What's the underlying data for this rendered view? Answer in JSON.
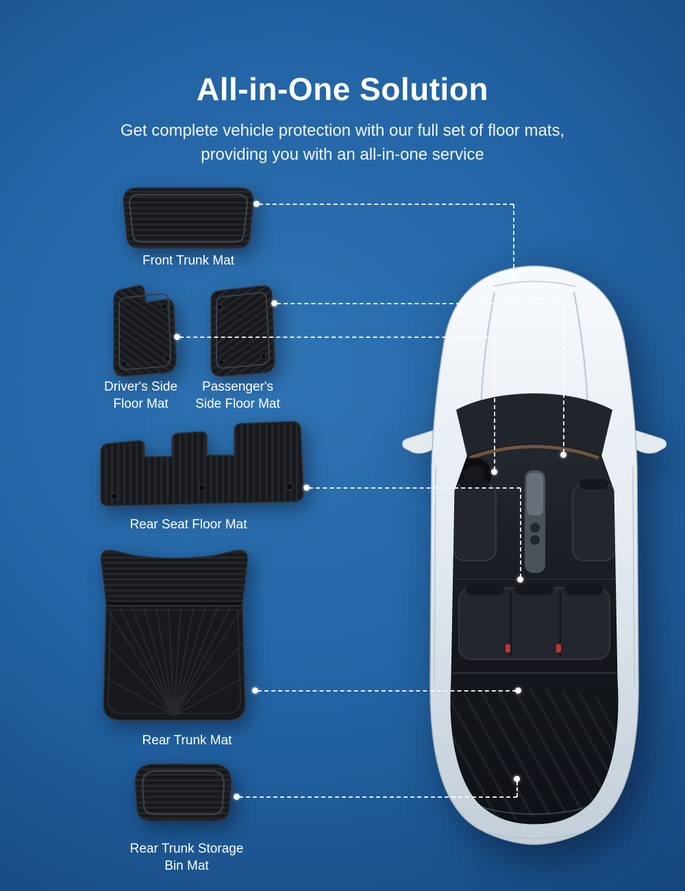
{
  "header": {
    "title": "All-in-One Solution",
    "subtitle_lines": [
      "Get complete vehicle protection with our full set of floor mats,",
      "providing you with an all-in-one service"
    ]
  },
  "mats": [
    {
      "name": "front-trunk-mat",
      "label_lines": [
        "Front Trunk Mat"
      ]
    },
    {
      "name": "drivers-side-floor-mat",
      "label_lines": [
        "Driver's Side",
        "Floor Mat"
      ]
    },
    {
      "name": "passengers-side-floor-mat",
      "label_lines": [
        "Passenger's",
        "Side Floor Mat"
      ]
    },
    {
      "name": "rear-seat-floor-mat",
      "label_lines": [
        "Rear Seat Floor Mat"
      ]
    },
    {
      "name": "rear-trunk-mat",
      "label_lines": [
        "Rear Trunk Mat"
      ]
    },
    {
      "name": "rear-trunk-storage-bin-mat",
      "label_lines": [
        "Rear Trunk Storage",
        "Bin Mat"
      ]
    }
  ],
  "colors": {
    "background_center": "#2f74b4",
    "background_edge": "#0c3361",
    "title_text": "#ffffff",
    "mat_fill": "#17191c",
    "mat_rib": "#262a2f",
    "connector": "#ffffff",
    "car_body": "#e9eff5",
    "car_glass": "#14171c",
    "dashboard_trim": "#7b5b3e",
    "seatbelt_red": "#b33a36"
  }
}
